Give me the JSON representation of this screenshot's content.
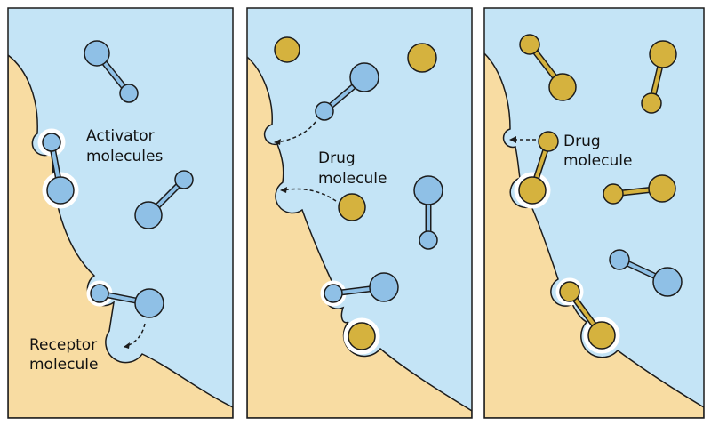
{
  "colors": {
    "fluid": "#c4e4f6",
    "cell": "#f8dca2",
    "activator": "#8fc0e6",
    "drug": "#d5b23e",
    "outline": "#1c1c1c",
    "rim": "#ffffff"
  },
  "panels": [
    {
      "labels": {
        "activator_line1": "Activator",
        "activator_line2": "molecules",
        "receptor_line1": "Receptor",
        "receptor_line2": "molecule"
      }
    },
    {
      "labels": {
        "drug_line1": "Drug",
        "drug_line2": "molecule"
      }
    },
    {
      "labels": {
        "drug_line1": "Drug",
        "drug_line2": "molecule"
      }
    }
  ]
}
